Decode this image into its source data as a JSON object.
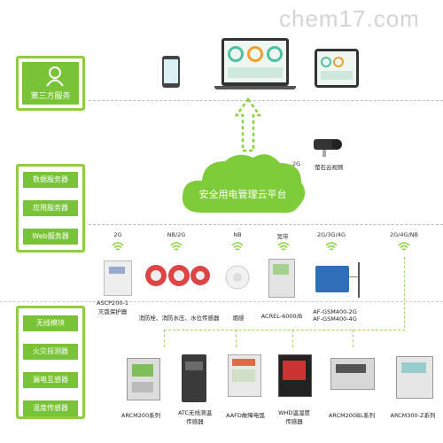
{
  "watermark": "chem17.com",
  "third_party": {
    "label": "第三方服务"
  },
  "servers": [
    {
      "label": "数据服务器"
    },
    {
      "label": "应用服务器"
    },
    {
      "label": "Web服务器"
    }
  ],
  "platform": {
    "label": "安全用电管理云平台"
  },
  "camera": {
    "net": "2G",
    "label": "萤石云视频"
  },
  "networks": [
    "2G",
    "NB/2G",
    "NB",
    "宽带",
    "2G/3G/4G",
    "2G/4G/NB"
  ],
  "devices_top": [
    {
      "label": "ASCP200-1\n灭弧保护器"
    },
    {
      "label": "消防栓、消防水压、水位传感器"
    },
    {
      "label": "烟感"
    },
    {
      "label": "ACREL-6000/B"
    },
    {
      "label": "AF-GSM400-2G\nAF-GSM400-4G"
    }
  ],
  "modules": [
    {
      "label": "无线模块"
    },
    {
      "label": "火灾探测器"
    },
    {
      "label": "漏电互感器"
    },
    {
      "label": "温度传感器"
    }
  ],
  "devices_bottom": [
    {
      "label": "ARCM200系列"
    },
    {
      "label": "ATC无线测温\n传感器"
    },
    {
      "label": "AAFD故障电弧"
    },
    {
      "label": "WHD温湿度\n传感器"
    },
    {
      "label": "ARCM200BL系列"
    },
    {
      "label": "ARCM300-Z系列"
    }
  ],
  "colors": {
    "green": "#79c337",
    "frame": "#8fce3f",
    "arrow": "#8ad13e",
    "cloud": "#7fcc3b"
  }
}
